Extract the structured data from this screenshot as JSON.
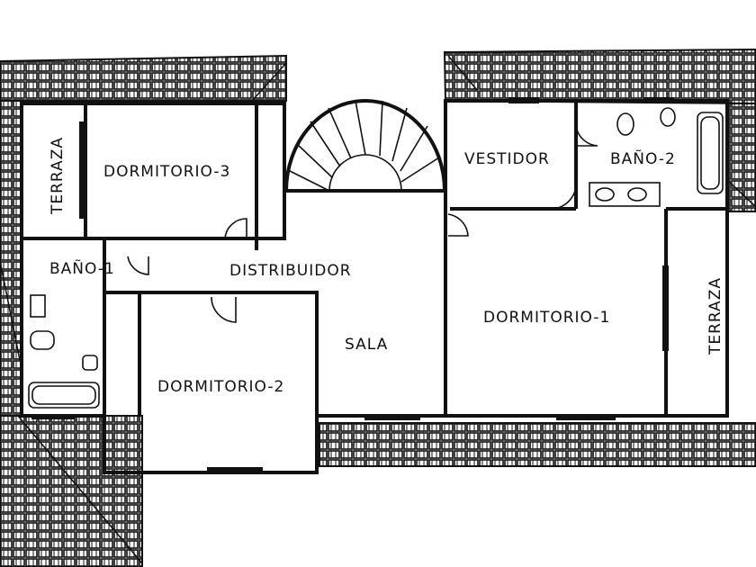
{
  "rooms": {
    "terraza_left": "TERRAZA",
    "dormitorio_3": "DORMITORIO-3",
    "vestidor": "VESTIDOR",
    "bano_2": "BAÑO-2",
    "bano_1": "BAÑO-1",
    "distribuidor": "DISTRIBUIDOR",
    "dormitorio_1": "DORMITORIO-1",
    "terraza_right": "TERRAZA",
    "sala": "SALA",
    "dormitorio_2": "DORMITORIO-2"
  },
  "colors": {
    "line": "#111111",
    "background": "#ffffff"
  }
}
